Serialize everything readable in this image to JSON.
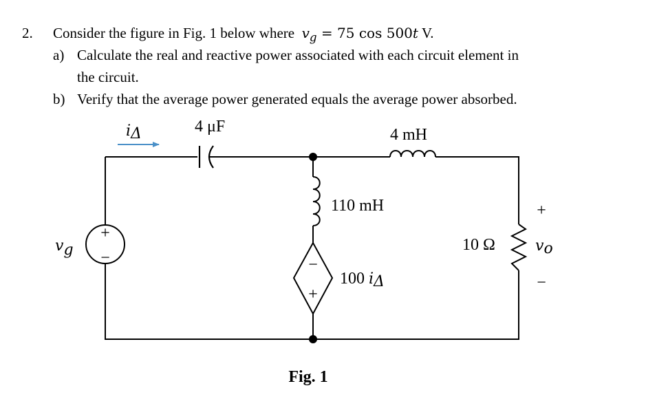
{
  "problem": {
    "number": "2.",
    "stem_text": "Consider the figure in Fig. 1 below where",
    "stem_math_var": "v",
    "stem_math_sub": "g",
    "stem_math_rest": " = 75 cos 500",
    "stem_math_t": "t",
    "stem_unit": " V.",
    "part_a_label": "a)",
    "part_a_line1": "Calculate the real and reactive power associated with each circuit element in",
    "part_a_line2": "the circuit.",
    "part_b_label": "b)",
    "part_b_line": "Verify that the average power generated equals the average power absorbed."
  },
  "circuit": {
    "capacitor_label": "4 μF",
    "inductor_top_label": "4 mH",
    "inductor_mid_label": "110 mH",
    "resistor_label": "10 Ω",
    "source_label_var": "v",
    "source_label_sub": "g",
    "source_plus": "+",
    "source_minus": "−",
    "current_label_var": "i",
    "current_label_sub": "Δ",
    "dep_source_label_coef": "100 ",
    "dep_source_label_var": "i",
    "dep_source_label_sub": "Δ",
    "dep_plus": "+",
    "dep_minus": "−",
    "output_plus": "+",
    "output_minus": "−",
    "output_label_var": "v",
    "output_label_sub": "o",
    "arrow_color": "#4a90c8"
  },
  "figure": {
    "caption": "Fig. 1"
  }
}
